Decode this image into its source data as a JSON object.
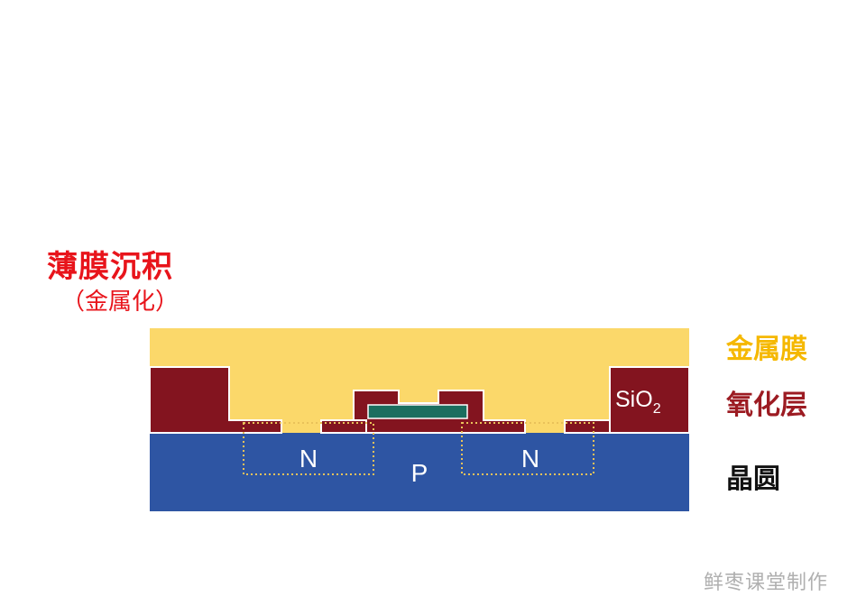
{
  "title": "薄膜沉积",
  "subtitle": "（金属化）",
  "diagram": {
    "layers": {
      "metal_film": "金属膜",
      "oxide_layer": "氧化层",
      "wafer": "晶圆"
    },
    "regions": {
      "n_left": "N",
      "p_substrate": "P",
      "n_right": "N",
      "oxide_formula_main": "SiO",
      "oxide_formula_sub": "2"
    },
    "colors": {
      "metal": "#fbd86a",
      "oxide": "#83141f",
      "wafer": "#2e55a3",
      "gate": "#1b6e5f",
      "title": "#e8141b",
      "dopant_outline": "#e9c25a"
    }
  },
  "footer": {
    "credit": "鲜枣课堂制作"
  }
}
